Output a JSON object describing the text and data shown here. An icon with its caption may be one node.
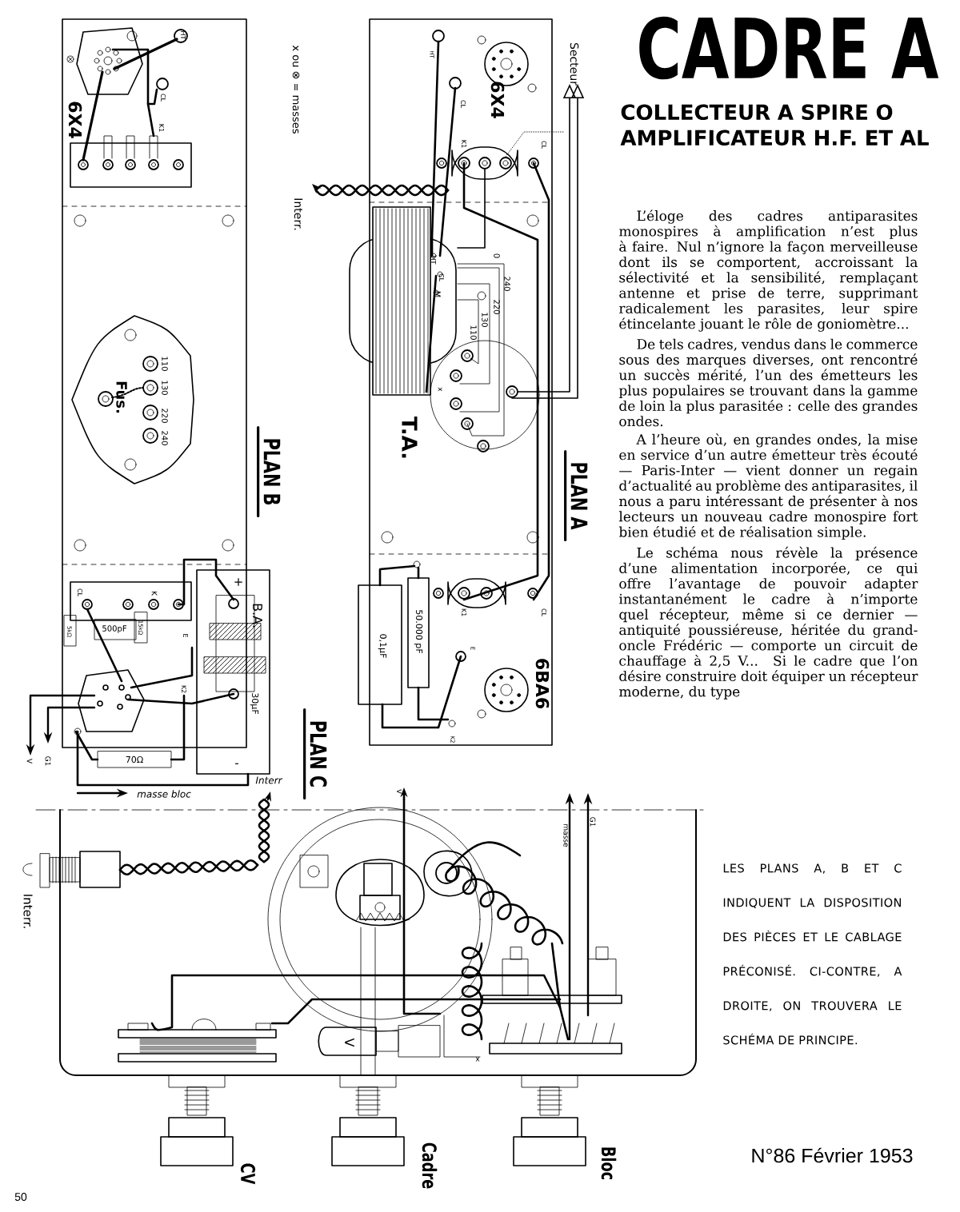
{
  "diagram": {
    "title": "CADRE A",
    "caption": "LES PLANS A, B ET C INDIQUENT LA DISPOSITION DES PIÈCES ET LE CABLAGE PRÉCONISÉ. CI-CONTRE, A DROITE, ON TROUVERA LE SCHÉMA DE PRINCIPE.",
    "labels": [
      "COLLECTEUR A SPIRE O AMPLIFICATEUR H.F. ET AL",
      "L’éloge des cadres antiparasites monospires à amplification n’est plus à faire. Nul n’ignore la façon merveilleuse dont ils se comportent, accroissant la sélectivité et la sensibilité, remplaçant antenne et prise de terre, supprimant radicalement les parasites, leur spire étincelante jouant le rôle de goniomètre...",
      "De tels cadres, vendus dans le commerce sous des marques diverses, ont rencontré un succès mérité, l’un des émetteurs les plus populaires se trouvant dans la gamme de loin la plus parasitée : celle des grandes ondes.",
      "A l’heure où, en grandes ondes, la mise en service d’un autre émetteur très écouté — Paris-Inter — vient donner un regain d’actualité au problème des antiparasites, il nous a paru intéressant de présenter à nos lecteurs un nouveau cadre monospire fort bien étudié et de réalisation simple.",
      "Le schéma nous révèle la présence d’une alimentation incorporée, ce qui offre l’avantage de pouvoir adapter instantanément le cadre à n’importe quel récepteur, même si ce dernier — antiquité poussiéreuse, héritée du grand-oncle Frédéric — comporte un circuit de chauffage à 2,5 V... Si le cadre que l’on désire construire doit équiper un récepteur moderne, du type",
      "x ou ⊗ = masses",
      "Interr.",
      "HT",
      "CL",
      "K1",
      "6X4",
      "110",
      "130",
      "220",
      "240",
      "Fus.",
      "PLAN B",
      "CL",
      "K",
      "5kΩ",
      "500pF",
      "15kΩ",
      "E",
      "K2",
      "+",
      "B.A.",
      "30µF",
      "-",
      "70Ω",
      "V",
      "G1",
      "masse bloc",
      "Interr",
      "HT",
      "6X4",
      "Secteur",
      "CL",
      "K1",
      "CL",
      "HT",
      "CL",
      "M",
      "0",
      "240",
      "220",
      "130",
      "110",
      "x",
      "T.A.",
      "PLAN A",
      "K1",
      "CL",
      "0,1µF",
      "50.000 pF",
      "E",
      "K2",
      "6BA6",
      "PLAN C",
      "V",
      "masse",
      "G1",
      "Interr.",
      "V",
      "x",
      "CV",
      "Cadre",
      "Bloc",
      "N°86 Février 1953",
      "50"
    ]
  }
}
